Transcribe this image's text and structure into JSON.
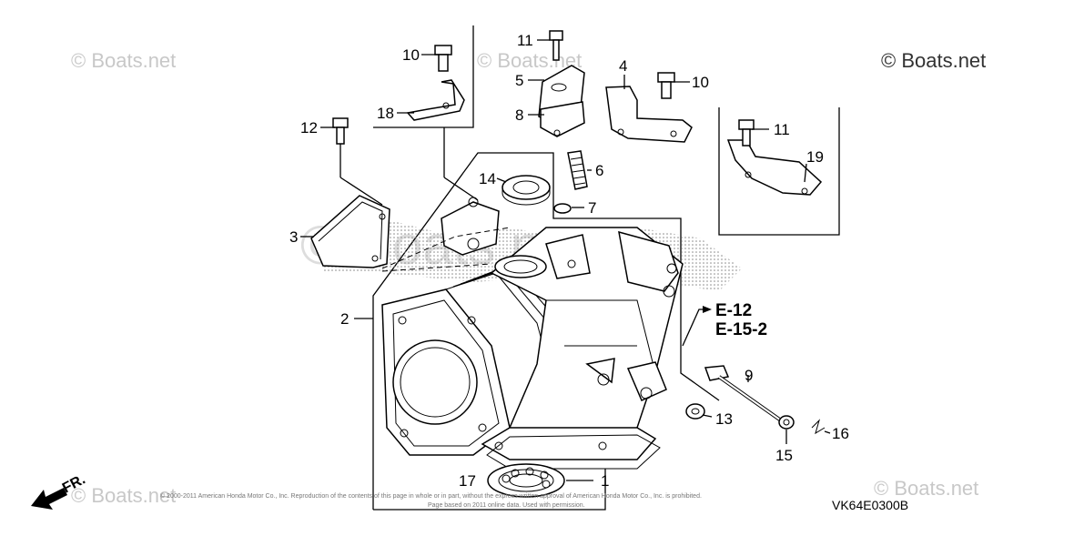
{
  "watermarks": {
    "main": "© Boats.net",
    "faint": "© Boats.net"
  },
  "callouts": {
    "p1": "1",
    "p2": "2",
    "p3": "3",
    "p4": "4",
    "p5": "5",
    "p6": "6",
    "p7": "7",
    "p8": "8",
    "p9": "9",
    "p10a": "10",
    "p10b": "10",
    "p11a": "11",
    "p11b": "11",
    "p12": "12",
    "p13": "13",
    "p14": "14",
    "p15": "15",
    "p16": "16",
    "p17": "17",
    "p18": "18",
    "p19": "19"
  },
  "references": {
    "ref1": "E-12",
    "ref2": "E-15-2"
  },
  "front_marker": "FR.",
  "diagram_code": "VK64E0300B",
  "copyright": {
    "line1": "© 2000-2011 American Honda Motor Co., Inc. Reproduction of the contents of this page in whole or in part, without the express written approval of American Honda Motor Co., Inc. is prohibited.",
    "line2": "Page based on 2011 online data. Used with permission."
  },
  "colors": {
    "watermark": "#c8c8c8",
    "line": "#000000",
    "background": "#ffffff"
  },
  "icons": {
    "front_arrow": "arrow-down-left-icon"
  }
}
